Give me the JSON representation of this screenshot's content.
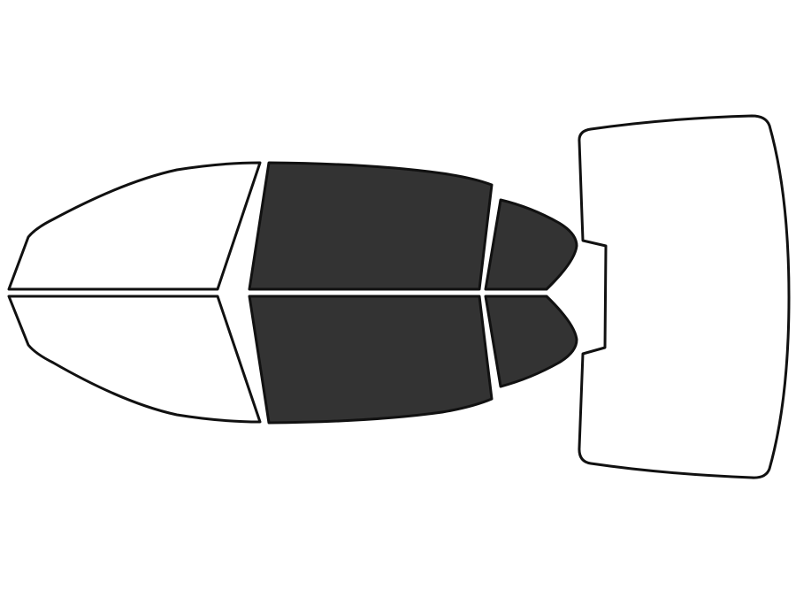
{
  "colors": {
    "background": "#ffffff",
    "outline": "#111111",
    "untinted_fill": "#ffffff",
    "tinted_fill": "#333333"
  },
  "windows": [
    {
      "name": "windshield-upper-half",
      "tinted": false
    },
    {
      "name": "windshield-lower-half",
      "tinted": false
    },
    {
      "name": "front-door-window-upper",
      "tinted": true
    },
    {
      "name": "front-door-window-lower",
      "tinted": true
    },
    {
      "name": "rear-door-window-upper",
      "tinted": true
    },
    {
      "name": "rear-door-window-lower",
      "tinted": true
    },
    {
      "name": "rear-window",
      "tinted": false
    }
  ]
}
